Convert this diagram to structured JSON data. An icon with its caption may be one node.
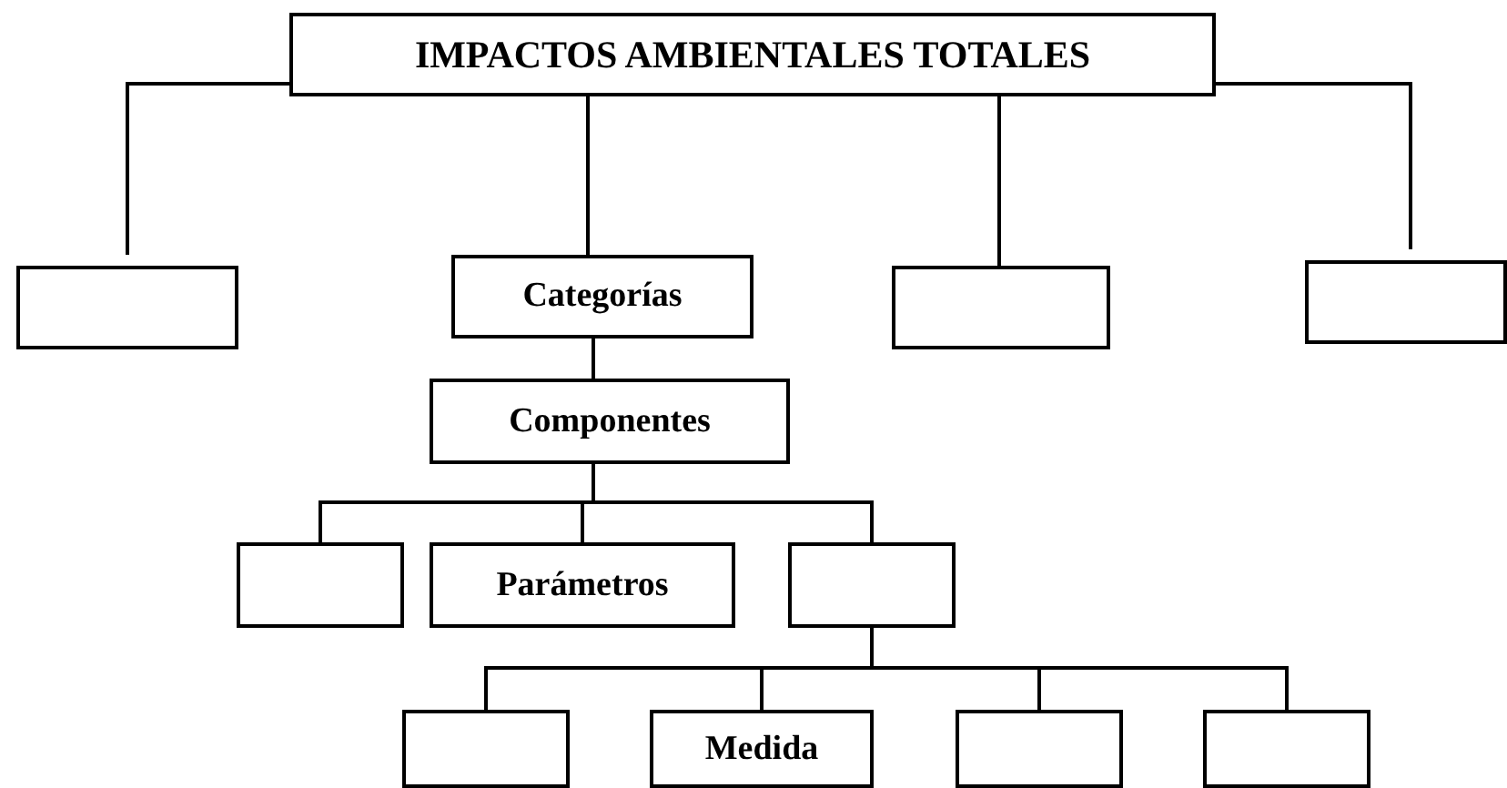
{
  "diagram": {
    "nodes": [
      {
        "text": [
          "IMPACTOS AMBIENTALES TOTALES"
        ]
      },
      {
        "text": [],
        "shape": "box"
      },
      {
        "text": [
          "Categorías"
        ]
      },
      {
        "text": [],
        "shape": "box"
      },
      {
        "text": [],
        "shape": "box"
      },
      {
        "text": [
          "Componentes"
        ]
      },
      {
        "text": [],
        "shape": "box"
      },
      {
        "text": [
          "Parámetros"
        ]
      },
      {
        "text": [],
        "shape": "box"
      },
      {
        "text": [],
        "shape": "box"
      },
      {
        "text": [
          "Medida"
        ]
      },
      {
        "text": [],
        "shape": "box"
      },
      {
        "text": [],
        "shape": "box"
      }
    ],
    "edges": [
      {
        "from": 0,
        "to": 1,
        "arrow": "none"
      },
      {
        "from": 0,
        "to": 2,
        "arrow": "none"
      },
      {
        "from": 0,
        "to": 3,
        "arrow": "none"
      },
      {
        "from": 0,
        "to": 4,
        "arrow": "none"
      },
      {
        "from": 2,
        "to": 5,
        "arrow": "none"
      },
      {
        "from": 5,
        "to": 6,
        "arrow": "none"
      },
      {
        "from": 5,
        "to": 7,
        "arrow": "none"
      },
      {
        "from": 5,
        "to": 8,
        "arrow": "none"
      },
      {
        "from": 8,
        "to": 9,
        "arrow": "none"
      },
      {
        "from": 8,
        "to": 10,
        "arrow": "none"
      },
      {
        "from": 8,
        "to": 11,
        "arrow": "none"
      },
      {
        "from": 8,
        "to": 12,
        "arrow": "none"
      }
    ]
  }
}
